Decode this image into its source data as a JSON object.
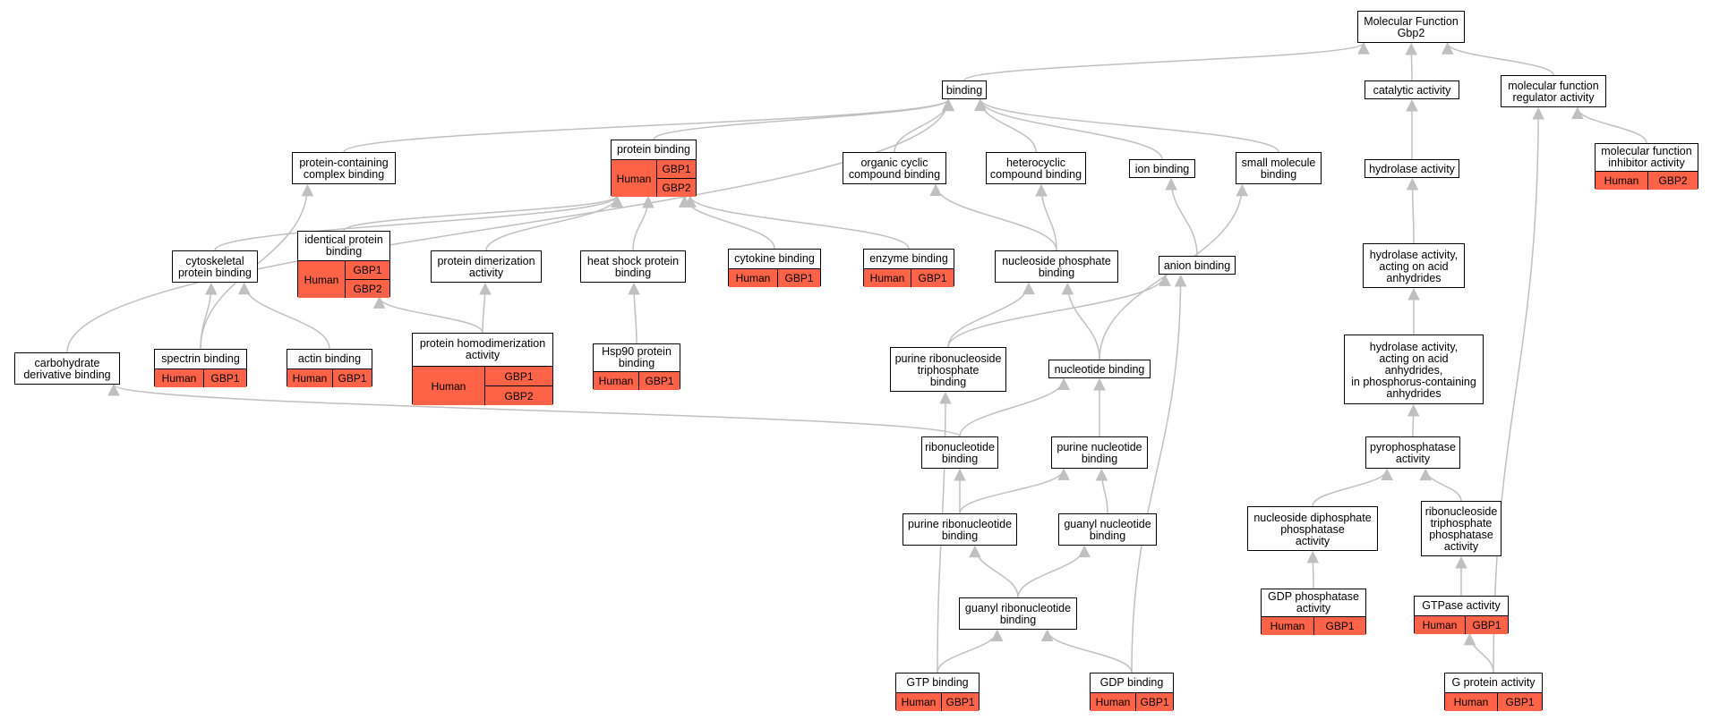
{
  "graph": {
    "nodes": {
      "mf_root": {
        "label": "Molecular Function\nGbp2"
      },
      "binding": {
        "label": "binding"
      },
      "catalytic": {
        "label": "catalytic activity"
      },
      "mfra": {
        "label": "molecular function\nregulator activity"
      },
      "pcb": {
        "label": "protein-containing\ncomplex binding"
      },
      "protein_binding": {
        "label": "protein binding",
        "species": "Human",
        "genes": [
          "GBP1",
          "GBP2"
        ]
      },
      "occb": {
        "label": "organic cyclic\ncompound binding"
      },
      "hccb": {
        "label": "heterocyclic\ncompound binding"
      },
      "ion_binding": {
        "label": "ion binding"
      },
      "smb": {
        "label": "small molecule\nbinding"
      },
      "hydrolase": {
        "label": "hydrolase activity"
      },
      "mfia": {
        "label": "molecular function\ninhibitor activity",
        "species": "Human",
        "genes": [
          "GBP2"
        ]
      },
      "cyto": {
        "label": "cytoskeletal\nprotein binding"
      },
      "ipb": {
        "label": "identical protein\nbinding",
        "species": "Human",
        "genes": [
          "GBP1",
          "GBP2"
        ]
      },
      "pda": {
        "label": "protein dimerization\nactivity"
      },
      "hspb": {
        "label": "heat shock protein\nbinding"
      },
      "cytokine": {
        "label": "cytokine binding",
        "species": "Human",
        "genes": [
          "GBP1"
        ]
      },
      "enzyme": {
        "label": "enzyme binding",
        "species": "Human",
        "genes": [
          "GBP1"
        ]
      },
      "npb": {
        "label": "nucleoside phosphate\nbinding"
      },
      "anion": {
        "label": "anion binding"
      },
      "haa": {
        "label": "hydrolase activity,\nacting on acid\nanhydrides"
      },
      "carb": {
        "label": "carbohydrate\nderivative binding"
      },
      "spectrin": {
        "label": "spectrin binding",
        "species": "Human",
        "genes": [
          "GBP1"
        ]
      },
      "actin": {
        "label": "actin binding",
        "species": "Human",
        "genes": [
          "GBP1"
        ]
      },
      "phda": {
        "label": "protein homodimerization\nactivity",
        "species": "Human",
        "genes": [
          "GBP1",
          "GBP2"
        ]
      },
      "hsp90": {
        "label": "Hsp90 protein\nbinding",
        "species": "Human",
        "genes": [
          "GBP1"
        ]
      },
      "prntb": {
        "label": "purine ribonucleoside\ntriphosphate\nbinding"
      },
      "nucb": {
        "label": "nucleotide binding"
      },
      "haap": {
        "label": "hydrolase activity,\nacting on acid\nanhydrides,\nin phosphorus-containing\nanhydrides"
      },
      "ribonb": {
        "label": "ribonucleotide\nbinding"
      },
      "pnb": {
        "label": "purine nucleotide\nbinding"
      },
      "ppa": {
        "label": "pyrophosphatase\nactivity"
      },
      "prnb": {
        "label": "purine ribonucleotide\nbinding"
      },
      "gnb": {
        "label": "guanyl nucleotide\nbinding"
      },
      "ndpa": {
        "label": "nucleoside diphosphate\nphosphatase\nactivity"
      },
      "rtpa": {
        "label": "ribonucleoside\ntriphosphate\nphosphatase\nactivity"
      },
      "grnb": {
        "label": "guanyl ribonucleotide\nbinding"
      },
      "gdppa": {
        "label": "GDP phosphatase\nactivity",
        "species": "Human",
        "genes": [
          "GBP1"
        ]
      },
      "gtpase": {
        "label": "GTPase activity",
        "species": "Human",
        "genes": [
          "GBP1"
        ]
      },
      "gtpb": {
        "label": "GTP binding",
        "species": "Human",
        "genes": [
          "GBP1"
        ]
      },
      "gdpb": {
        "label": "GDP binding",
        "species": "Human",
        "genes": [
          "GBP1"
        ]
      },
      "gpa": {
        "label": "G protein activity",
        "species": "Human",
        "genes": [
          "GBP1"
        ]
      }
    },
    "edges": [
      [
        "binding",
        "mf_root"
      ],
      [
        "catalytic",
        "mf_root"
      ],
      [
        "mfra",
        "mf_root"
      ],
      [
        "pcb",
        "binding"
      ],
      [
        "protein_binding",
        "binding"
      ],
      [
        "occb",
        "binding"
      ],
      [
        "hccb",
        "binding"
      ],
      [
        "ion_binding",
        "binding"
      ],
      [
        "smb",
        "binding"
      ],
      [
        "carb",
        "binding"
      ],
      [
        "hydrolase",
        "catalytic"
      ],
      [
        "mfia",
        "mfra"
      ],
      [
        "cyto",
        "protein_binding"
      ],
      [
        "ipb",
        "protein_binding"
      ],
      [
        "pda",
        "protein_binding"
      ],
      [
        "hspb",
        "protein_binding"
      ],
      [
        "cytokine",
        "protein_binding"
      ],
      [
        "enzyme",
        "protein_binding"
      ],
      [
        "npb",
        "occb"
      ],
      [
        "npb",
        "hccb"
      ],
      [
        "anion",
        "ion_binding"
      ],
      [
        "haa",
        "hydrolase"
      ],
      [
        "spectrin",
        "pcb"
      ],
      [
        "spectrin",
        "cyto"
      ],
      [
        "actin",
        "cyto"
      ],
      [
        "phda",
        "ipb"
      ],
      [
        "phda",
        "pda"
      ],
      [
        "hsp90",
        "hspb"
      ],
      [
        "prntb",
        "npb"
      ],
      [
        "prntb",
        "anion"
      ],
      [
        "nucb",
        "npb"
      ],
      [
        "nucb",
        "smb"
      ],
      [
        "haap",
        "haa"
      ],
      [
        "ribonb",
        "carb"
      ],
      [
        "ribonb",
        "nucb"
      ],
      [
        "pnb",
        "nucb"
      ],
      [
        "ppa",
        "haap"
      ],
      [
        "prnb",
        "ribonb"
      ],
      [
        "prnb",
        "pnb"
      ],
      [
        "gnb",
        "pnb"
      ],
      [
        "ndpa",
        "ppa"
      ],
      [
        "rtpa",
        "ppa"
      ],
      [
        "grnb",
        "prnb"
      ],
      [
        "grnb",
        "gnb"
      ],
      [
        "gdppa",
        "ndpa"
      ],
      [
        "gtpase",
        "rtpa"
      ],
      [
        "gtpb",
        "prntb"
      ],
      [
        "gtpb",
        "grnb"
      ],
      [
        "gdpb",
        "grnb"
      ],
      [
        "gdpb",
        "anion"
      ],
      [
        "gpa",
        "gtpase"
      ],
      [
        "gpa",
        "mfra"
      ]
    ]
  },
  "colors": {
    "annotation_fill": "#ff6347",
    "edge": "#c0c0c0",
    "border": "#000000"
  }
}
